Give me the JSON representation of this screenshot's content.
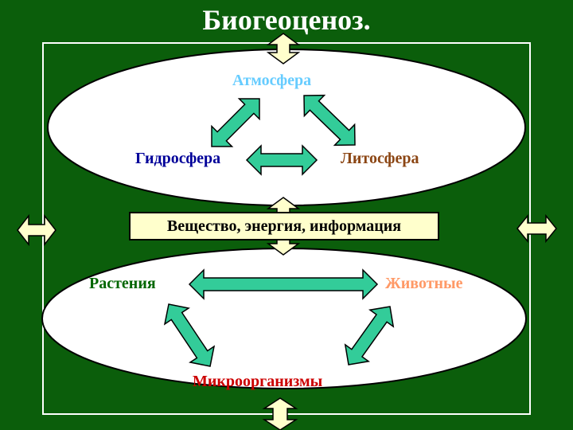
{
  "title": "Биогеоценоз.",
  "top_group": {
    "nodes": [
      {
        "id": "atmosphere",
        "label": "Атмосфера",
        "color": "#66ccff"
      },
      {
        "id": "hydrosphere",
        "label": "Гидросфера",
        "color": "#000099"
      },
      {
        "id": "lithosphere",
        "label": "Литосфера",
        "color": "#8b4513"
      }
    ]
  },
  "center_label": "Вещество, энергия, информация",
  "bottom_group": {
    "nodes": [
      {
        "id": "plants",
        "label": "Растения",
        "color": "#006600"
      },
      {
        "id": "animals",
        "label": "Животные",
        "color": "#ff9966"
      },
      {
        "id": "microorganisms",
        "label": "Микроорганизмы",
        "color": "#cc0000"
      }
    ]
  },
  "colors": {
    "background": "#0b5e0b",
    "frame": "#ffffff",
    "ellipse_fill": "#ffffff",
    "arrow_fill": "#33cc99",
    "yellow_fill": "#ffffcc"
  }
}
